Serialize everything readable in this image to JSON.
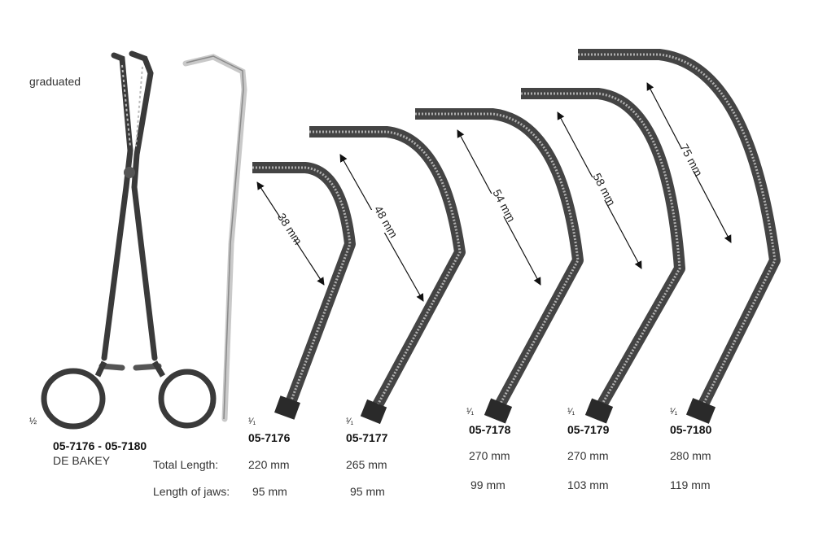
{
  "label_graduated": "graduated",
  "range_code": "05-7176 - 05-7180",
  "product_name": "DE BAKEY",
  "label_total_length": "Total Length:",
  "label_length_of_jaws": "Length of jaws:",
  "forceps_scale": "½",
  "jaws": [
    {
      "code": "05-7176",
      "scale": "¹⁄₁",
      "jaw_dim": "38 mm",
      "total_length": "220 mm",
      "jaw_length": "95 mm"
    },
    {
      "code": "05-7177",
      "scale": "¹⁄₁",
      "jaw_dim": "48 mm",
      "total_length": "265 mm",
      "jaw_length": "95 mm"
    },
    {
      "code": "05-7178",
      "scale": "¹⁄₁",
      "jaw_dim": "54 mm",
      "total_length": "270 mm",
      "jaw_length": "99 mm"
    },
    {
      "code": "05-7179",
      "scale": "¹⁄₁",
      "jaw_dim": "58 mm",
      "total_length": "270 mm",
      "jaw_length": "103 mm"
    },
    {
      "code": "05-7180",
      "scale": "¹⁄₁",
      "jaw_dim": "75 mm",
      "total_length": "280 mm",
      "jaw_length": "119 mm"
    }
  ]
}
